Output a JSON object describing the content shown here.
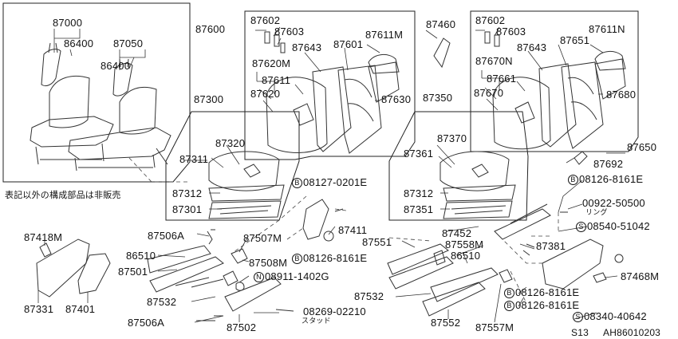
{
  "labels": {
    "p87000": "87000",
    "p86400a": "86400",
    "p87050": "87050",
    "p86400b": "86400",
    "p87600": "87600",
    "p87602a": "87602",
    "p87603a": "87603",
    "p87643a": "87643",
    "p87601": "87601",
    "p87611m": "87611M",
    "p87620m": "87620M",
    "p87611": "87611",
    "p87620": "87620",
    "p87630": "87630",
    "p87300": "87300",
    "p87320": "87320",
    "p87311": "87311",
    "p87312a": "87312",
    "p87301": "87301",
    "p87460": "87460",
    "p87602b": "87602",
    "p87603b": "87603",
    "p87643b": "87643",
    "p87651": "87651",
    "p87611n": "87611N",
    "p87670n": "87670N",
    "p87661": "87661",
    "p87670": "87670",
    "p87680": "87680",
    "p87350": "87350",
    "p87370": "87370",
    "p87361": "87361",
    "p87312b": "87312",
    "p87351": "87351",
    "p87650": "87650",
    "p87692": "87692",
    "b08127": "08127-0201E",
    "b08126a": "08126-8161E",
    "p00922": "00922-50500",
    "ring": "リング",
    "s08540": "08540-51042",
    "p87418m": "87418M",
    "p87506a1": "87506A",
    "p87507m": "87507M",
    "p87411": "87411",
    "p86510a": "86510",
    "p87501": "87501",
    "p87508m": "87508M",
    "b08126b": "08126-8161E",
    "n08911": "08911-1402G",
    "p87331": "87331",
    "p87401": "87401",
    "p87532a": "87532",
    "p08269": "08269-02210",
    "stud": "スタッド",
    "p87506a2": "87506A",
    "p87502": "87502",
    "p87452": "87452",
    "p87551": "87551",
    "p87558m": "87558M",
    "p86510b": "86510",
    "p87381": "87381",
    "p87532b": "87532",
    "p87468m": "87468M",
    "b08126c": "08126-8161E",
    "b08126d": "08126-8161E",
    "s08340": "08340-40642",
    "p87552": "87552",
    "p87557m": "87557M"
  },
  "circle_marks": {
    "B": "B",
    "S": "S",
    "N": "N"
  },
  "note_jp": "表記以外の構成部品は非販売",
  "footer": {
    "code1": "S13",
    "code2": "AH86010203"
  }
}
